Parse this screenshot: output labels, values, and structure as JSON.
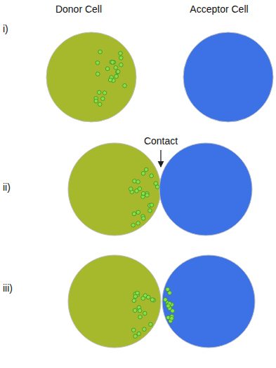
{
  "diagram": {
    "labels": [
      "Donor Cell",
      "Acceptor Cell",
      "i)",
      "ii)",
      "iii)",
      "Contact"
    ]
  }
}
